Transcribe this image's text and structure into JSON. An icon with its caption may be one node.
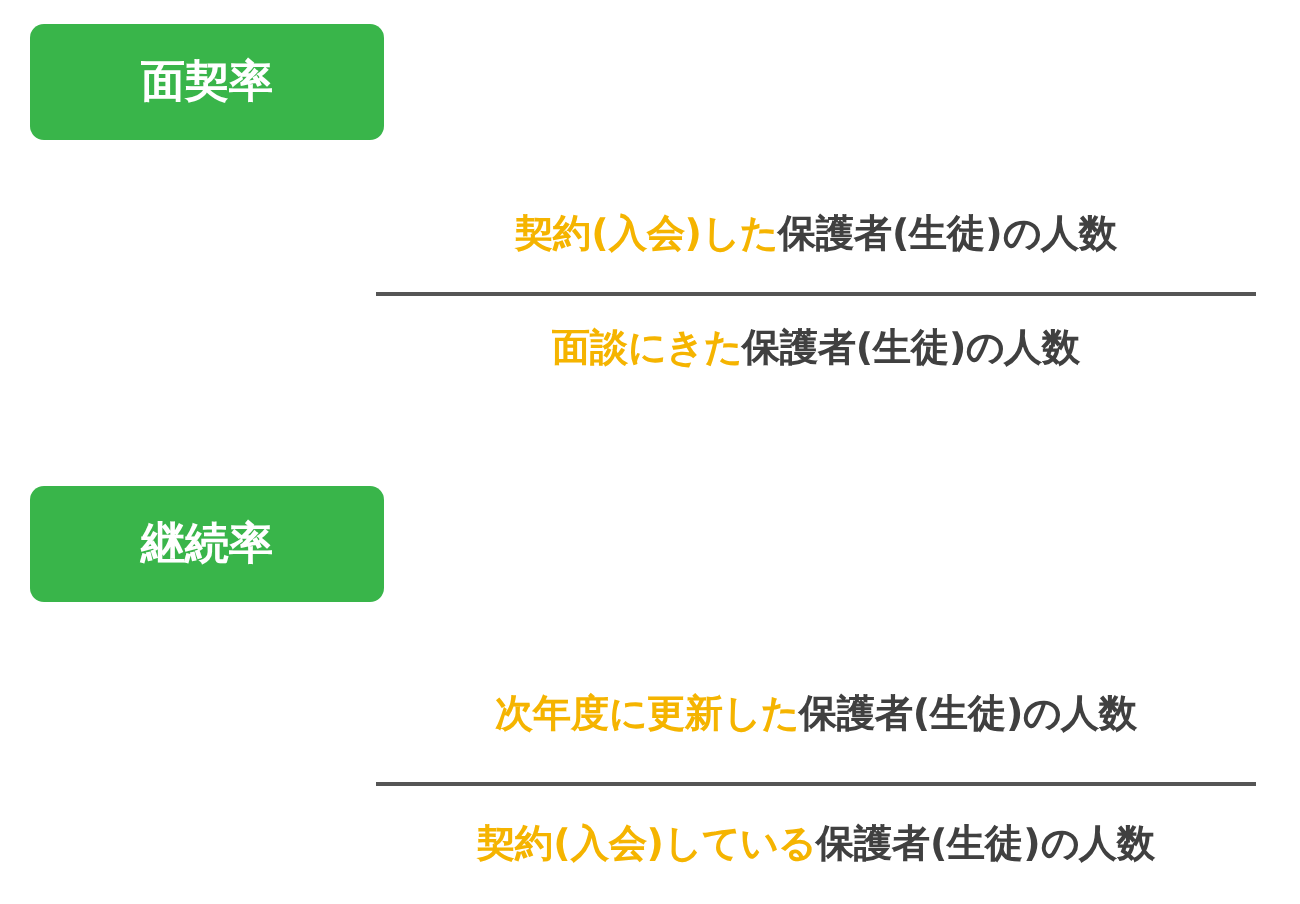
{
  "diagram": {
    "nodes": [
      {
        "text": [
          "面契率"
        ]
      },
      {
        "text": [
          "継続率"
        ]
      }
    ],
    "labels": [
      "**契約(入会)した**保護者(生徒)の人数",
      "**面談にきた**保護者(生徒)の人数",
      "**次年度に更新した**保護者(生徒)の人数",
      "**契約(入会)している**保護者(生徒)の人数"
    ]
  }
}
